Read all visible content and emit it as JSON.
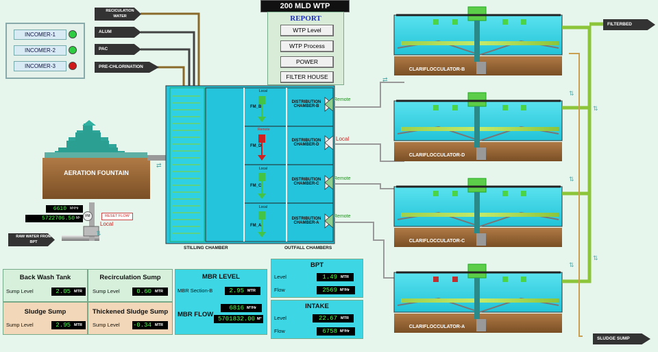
{
  "app_title": "200 MLD WTP",
  "report": {
    "heading": "REPORT",
    "buttons": [
      "WTP Level",
      "WTP Process",
      "POWER",
      "FILTER HOUSE"
    ]
  },
  "incomers": [
    {
      "label": "INCOMER-1",
      "status_color": "#2ecc40"
    },
    {
      "label": "INCOMER-2",
      "status_color": "#2ecc40"
    },
    {
      "label": "INCOMER-3",
      "status_color": "#d01818"
    }
  ],
  "chemicals": {
    "recirculation": "RECICULATION WATER",
    "alum": "ALUM",
    "pac": "PAC",
    "prechlor": "PRE-CHLORINATION"
  },
  "aeration": {
    "label": "AERATION FOUNTAIN",
    "flow_rate": "6610",
    "flow_rate_unit": "M³/Hr",
    "flow_total": "5722706.50",
    "flow_total_unit": "M³",
    "reset_label": "RESET FLOW",
    "fm_label": "FM",
    "mode": "Local",
    "raw_water": "RAW WATER FROM BPT"
  },
  "chambers": {
    "stilling": "STILLING CHAMBER",
    "outfall": "OUTFALL CHAMBERS",
    "rows": [
      {
        "fm": "FM_B",
        "mode_top": "Local",
        "dist": "DISTRIBUTION CHAMBER-B",
        "valve_mode": "Remote"
      },
      {
        "fm": "FM_D",
        "mode_top": "Remote",
        "dist": "DISTRIBUTION CHAMBER-D",
        "valve_mode": "Local"
      },
      {
        "fm": "FM_C",
        "mode_top": "Local",
        "dist": "DISTRIBUTION CHAMBER-C",
        "valve_mode": "Remote"
      },
      {
        "fm": "FM_A",
        "mode_top": "Local",
        "dist": "DISTRIBUTION CHAMBER-A",
        "valve_mode": "Remote"
      }
    ]
  },
  "clarifiers": [
    "CLARIFLOCCULATOR-B",
    "CLARIFLOCCULATOR-D",
    "CLARIFLOCCULATOR-C",
    "CLARIFLOCCULATOR-A"
  ],
  "outlets": {
    "filterbed": "FILTERBED",
    "sludge_sump": "SLUDGE SUMP"
  },
  "tanks": {
    "backwash": {
      "title": "Back Wash Tank",
      "label": "Sump Level",
      "value": "2.05",
      "unit": "MTR"
    },
    "recirc": {
      "title": "Recirculation Sump",
      "label": "Sump Level",
      "value": "0.60",
      "unit": "MTR"
    },
    "sludge": {
      "title": "Sludge Sump",
      "label": "Sump Level",
      "value": "2.95",
      "unit": "MTR"
    },
    "thickened": {
      "title": "Thickened Sludge Sump",
      "label": "Sump Level",
      "value": "-0.34",
      "unit": "MTR"
    }
  },
  "mbr": {
    "title": "MBR LEVEL",
    "section_label": "MBR Section-B",
    "section_value": "2.95",
    "section_unit": "MTR",
    "flow_label": "MBR FLOW",
    "flow_rate": "6816",
    "flow_rate_unit": "M³/Hr",
    "flow_total": "5701832.00",
    "flow_total_unit": "M³"
  },
  "bpt": {
    "title": "BPT",
    "level_label": "Level",
    "level": "1.49",
    "level_unit": "MTR",
    "flow_label": "Flow",
    "flow": "2569",
    "flow_unit": "M³/Hr"
  },
  "intake": {
    "title": "INTAKE",
    "level_label": "Level",
    "level": "22.67",
    "level_unit": "MTR",
    "flow_label": "Flow",
    "flow": "6758",
    "flow_unit": "M³/Hr"
  }
}
